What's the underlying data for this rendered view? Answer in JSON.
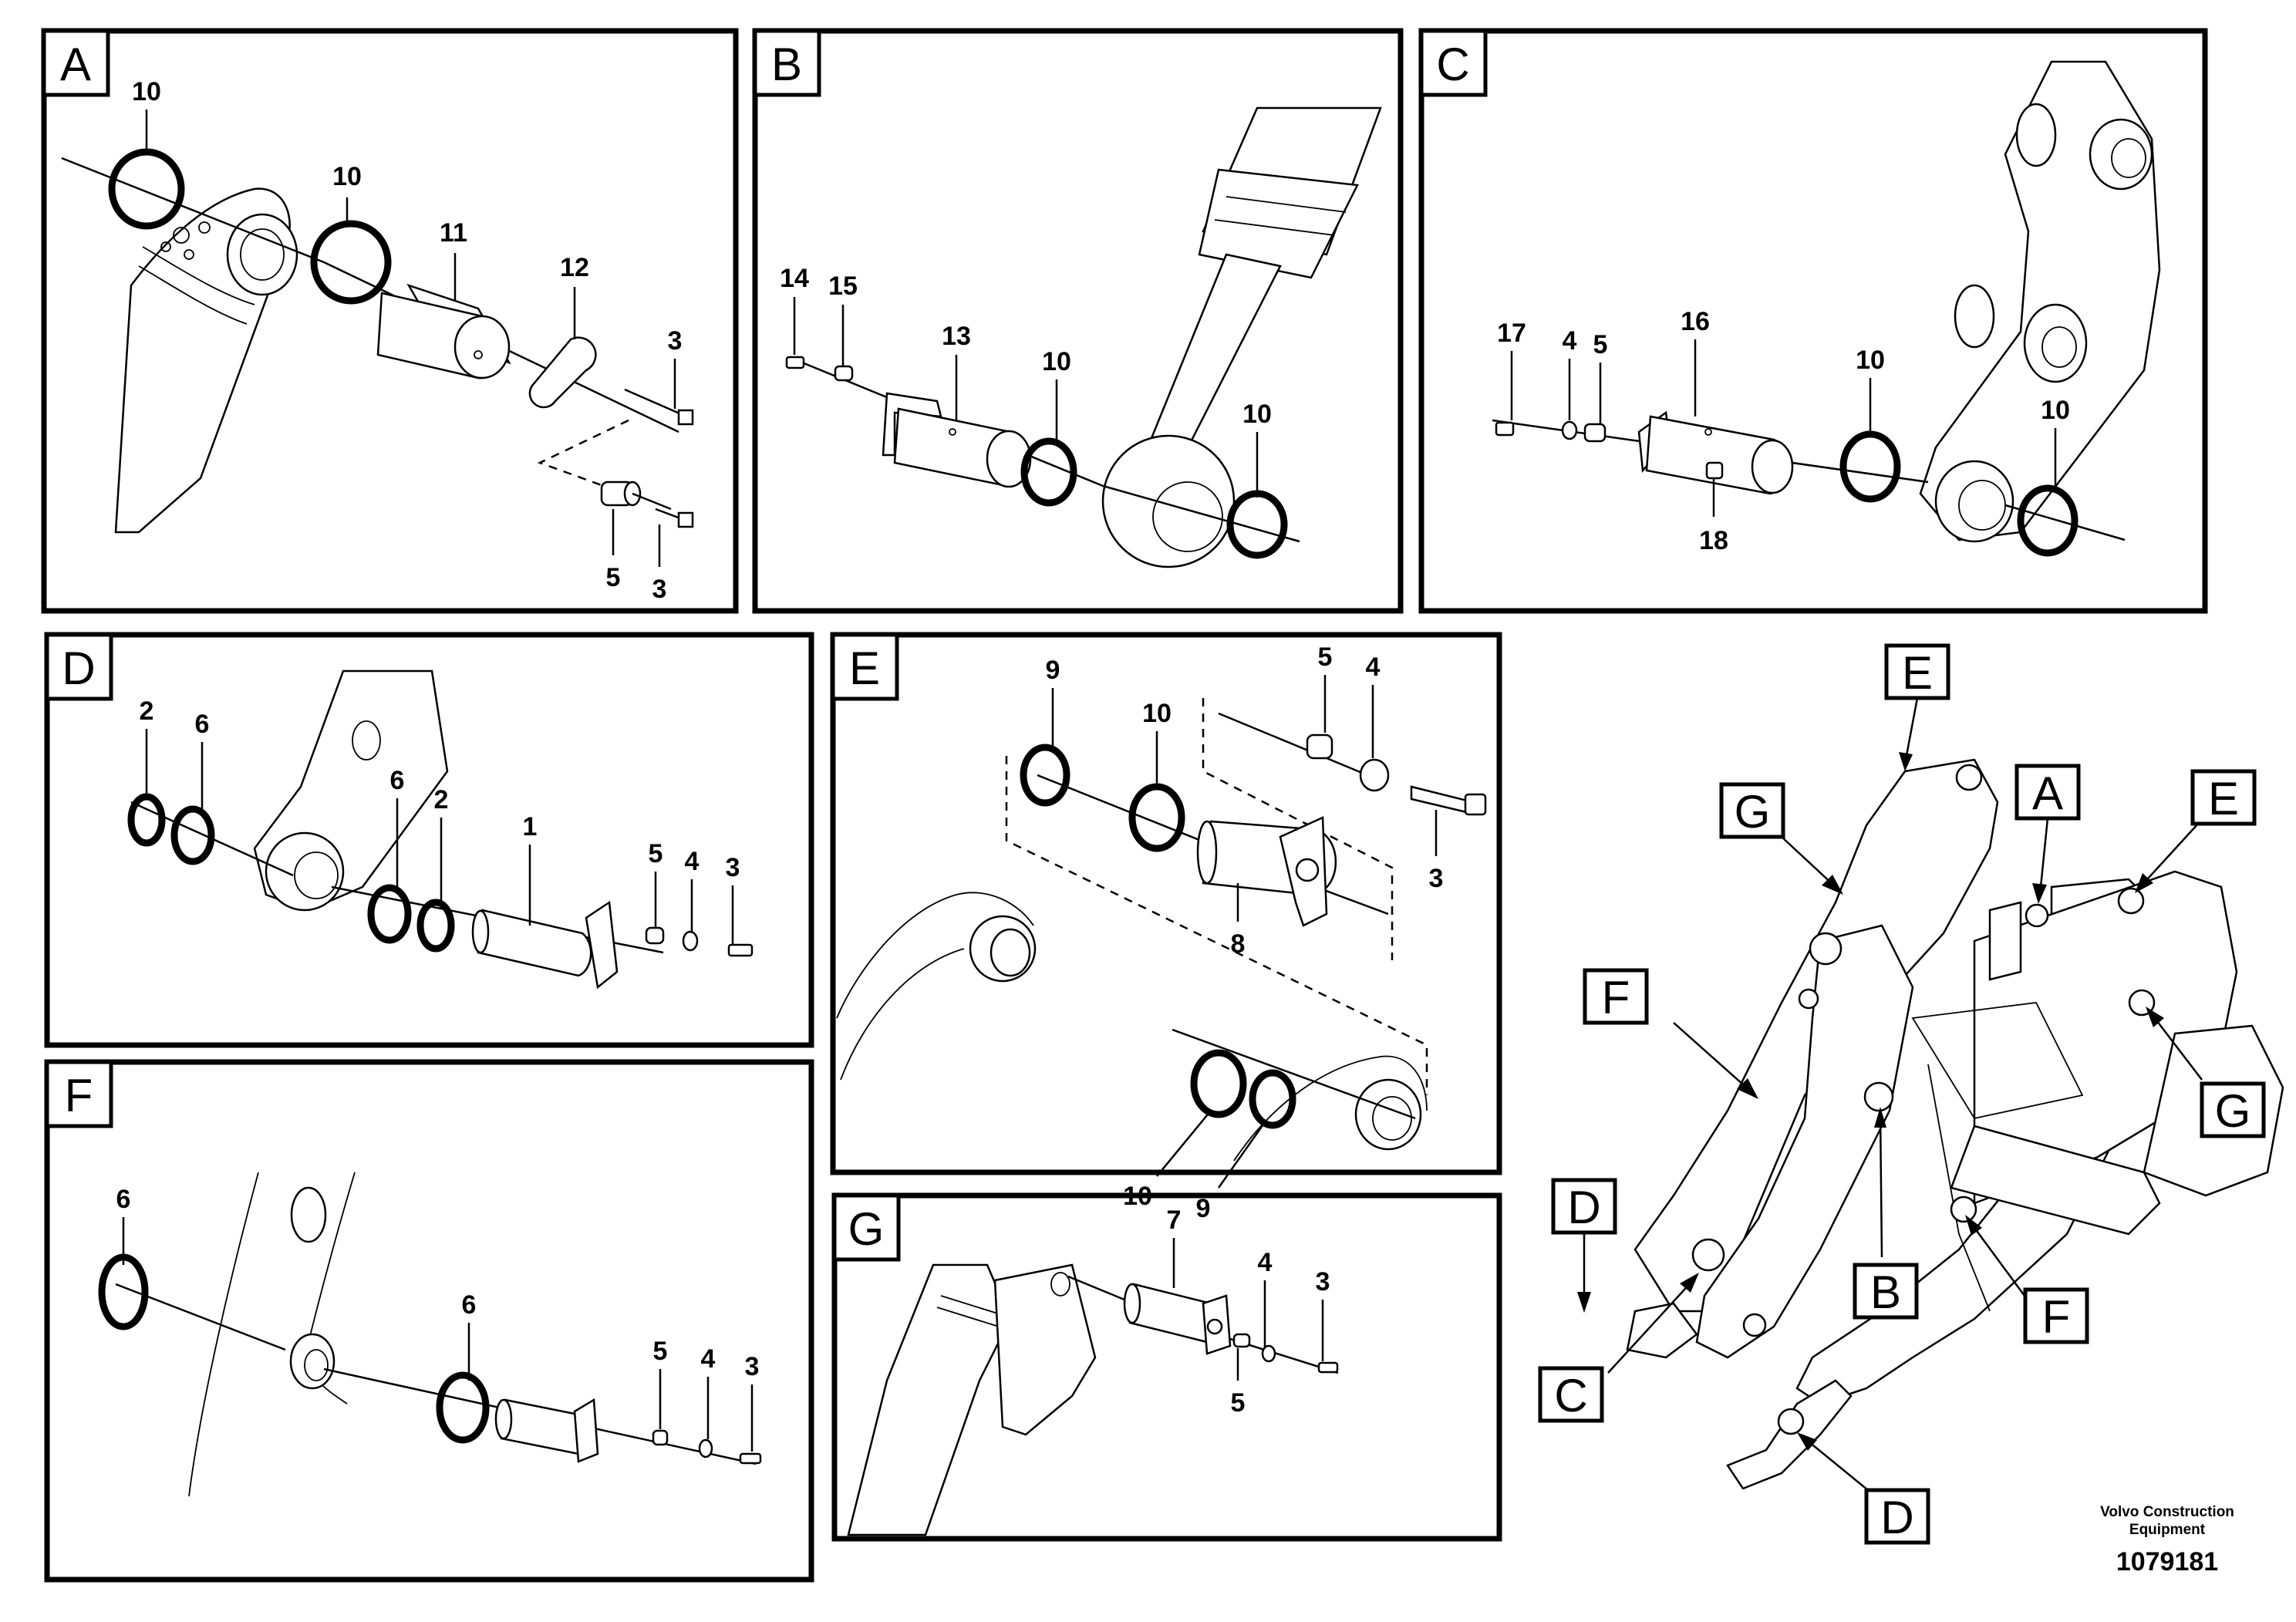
{
  "sections": {
    "A": {
      "tag": "A",
      "callouts": [
        "10",
        "10",
        "11",
        "12",
        "3",
        "5",
        "3"
      ]
    },
    "B": {
      "tag": "B",
      "callouts": [
        "14",
        "15",
        "13",
        "10",
        "10"
      ]
    },
    "C": {
      "tag": "C",
      "callouts": [
        "17",
        "4",
        "5",
        "16",
        "10",
        "10",
        "18"
      ]
    },
    "D": {
      "tag": "D",
      "callouts": [
        "2",
        "6",
        "6",
        "2",
        "1",
        "5",
        "4",
        "3"
      ]
    },
    "E": {
      "tag": "E",
      "callouts": [
        "9",
        "10",
        "5",
        "4",
        "3",
        "8",
        "10",
        "9"
      ]
    },
    "F": {
      "tag": "F",
      "callouts": [
        "6",
        "6",
        "5",
        "4",
        "3"
      ]
    },
    "G": {
      "tag": "G",
      "callouts": [
        "7",
        "4",
        "3",
        "5"
      ]
    }
  },
  "overview": {
    "markers": [
      "E",
      "G",
      "A",
      "E",
      "F",
      "G",
      "D",
      "B",
      "F",
      "C",
      "D"
    ]
  },
  "footer": {
    "company_line1": "Volvo Construction",
    "company_line2": "Equipment",
    "drawing_number": "1079181"
  }
}
